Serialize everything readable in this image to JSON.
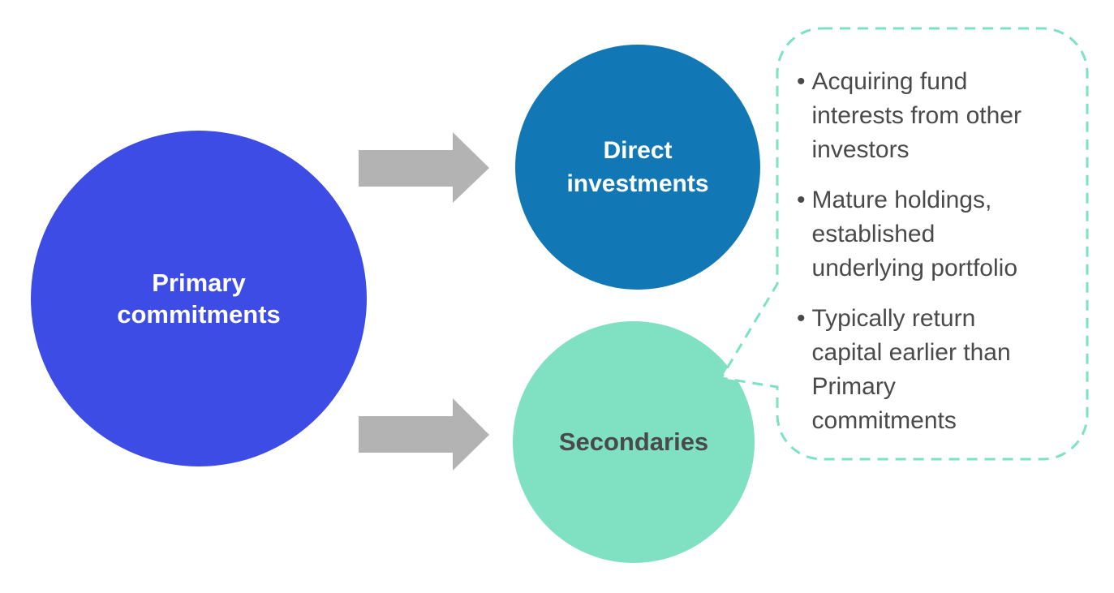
{
  "diagram": {
    "primary_circle": {
      "label": "Primary\ncommitments"
    },
    "direct_circle": {
      "label": "Direct\ninvestments"
    },
    "secondaries_circle": {
      "label": "Secondaries"
    },
    "callout": {
      "bullet_char": "•",
      "bullets": [
        "Acquiring fund\ninterests from other\ninvestors",
        "Mature holdings,\nestablished\nunderlying portfolio",
        "Typically return\ncapital earlier than\nPrimary\ncommitments"
      ]
    },
    "colors": {
      "primary_blue": "#3d4ce5",
      "direct_blue": "#1278b5",
      "secondaries_teal": "#7fe0c2",
      "callout_border": "#7de2c3",
      "arrow_gray": "#b3b3b3",
      "text_dark": "#4a4a4a",
      "text_light": "#ffffff",
      "background": "#ffffff"
    }
  }
}
